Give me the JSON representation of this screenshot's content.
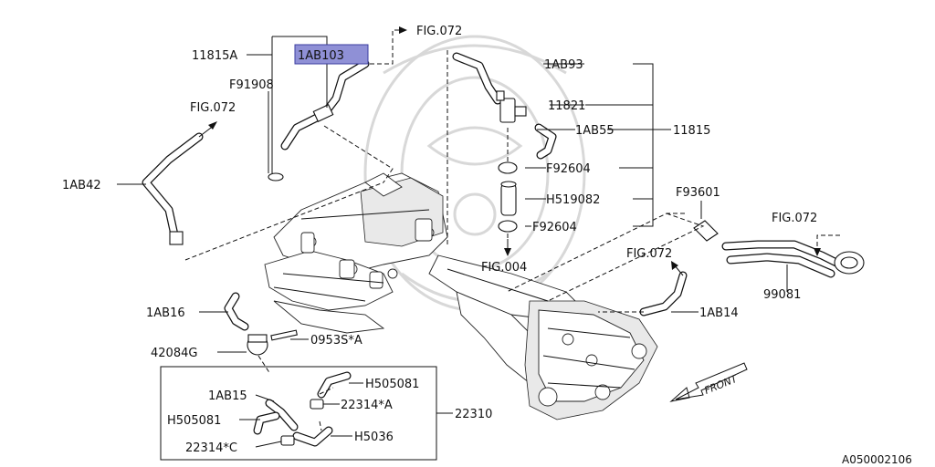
{
  "labels": {
    "l_11815A": "11815A",
    "l_1AB103": "1AB103",
    "l_F91908": "F91908",
    "l_FIG072_a": "FIG.072",
    "l_FIG072_b": "FIG.072",
    "l_FIG072_c": "FIG.072",
    "l_FIG072_d": "FIG.072",
    "l_1AB42": "1AB42",
    "l_1AB93": "1AB93",
    "l_11821": "11821",
    "l_1AB55": "1AB55",
    "l_11815": "11815",
    "l_F92604_a": "F92604",
    "l_H519082": "H519082",
    "l_F92604_b": "F92604",
    "l_FIG004": "FIG.004",
    "l_F93601": "F93601",
    "l_99081": "99081",
    "l_1AB16": "1AB16",
    "l_0953SA": "0953S*A",
    "l_1AB14": "1AB14",
    "l_42084G": "42084G",
    "l_H505081_a": "H505081",
    "l_1AB15": "1AB15",
    "l_22314A": "22314*A",
    "l_22310": "22310",
    "l_H505081_b": "H505081",
    "l_H5036": "H5036",
    "l_22314C": "22314*C",
    "l_FRONT": "FRONT",
    "l_ref": "A050002106"
  },
  "highlight": {
    "selected_part": "1AB103",
    "color": "#8f90d6"
  }
}
